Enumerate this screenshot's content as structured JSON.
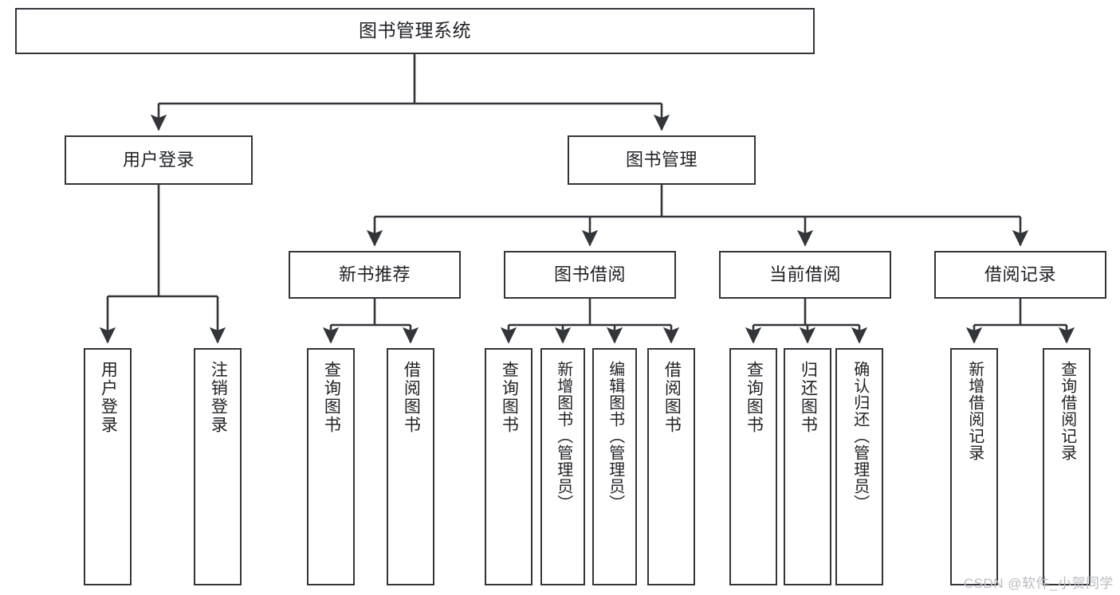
{
  "diagram": {
    "title": "图书管理系统",
    "type": "functional-structure-tree",
    "stroke_color": "#32353a",
    "background_color": "#ffffff",
    "text_color": "#1f2125"
  },
  "nodes": {
    "root": {
      "label": "图书管理系统"
    },
    "level2": [
      {
        "id": "user-login",
        "label": "用户登录"
      },
      {
        "id": "book-manage",
        "label": "图书管理"
      }
    ],
    "level3": [
      {
        "id": "new-book-recommend",
        "label": "新书推荐"
      },
      {
        "id": "book-borrow",
        "label": "图书借阅"
      },
      {
        "id": "current-borrow",
        "label": "当前借阅"
      },
      {
        "id": "borrow-record",
        "label": "借阅记录"
      }
    ],
    "leaves": {
      "user_login": [
        {
          "id": "leaf-user-login",
          "label": "用户登录"
        },
        {
          "id": "leaf-logout-login",
          "label": "注销登录"
        }
      ],
      "new_book_recommend": [
        {
          "id": "leaf-query-book-1",
          "label": "查询图书"
        },
        {
          "id": "leaf-borrow-book-1",
          "label": "借阅图书"
        }
      ],
      "book_borrow": [
        {
          "id": "leaf-query-book-2",
          "label": "查询图书"
        },
        {
          "id": "leaf-add-book",
          "label": "新增图书（管理员）"
        },
        {
          "id": "leaf-edit-book",
          "label": "编辑图书（管理员）"
        },
        {
          "id": "leaf-borrow-book-2",
          "label": "借阅图书"
        }
      ],
      "current_borrow": [
        {
          "id": "leaf-query-book-3",
          "label": "查询图书"
        },
        {
          "id": "leaf-return-book",
          "label": "归还图书"
        },
        {
          "id": "leaf-confirm-return",
          "label": "确认归还（管理员）"
        }
      ],
      "borrow_record": [
        {
          "id": "leaf-add-borrow-record",
          "label": "新增借阅记录"
        },
        {
          "id": "leaf-query-borrow-record",
          "label": "查询借阅记录"
        }
      ]
    }
  },
  "watermark": {
    "text": "CSDN @软件_小贺同学"
  }
}
